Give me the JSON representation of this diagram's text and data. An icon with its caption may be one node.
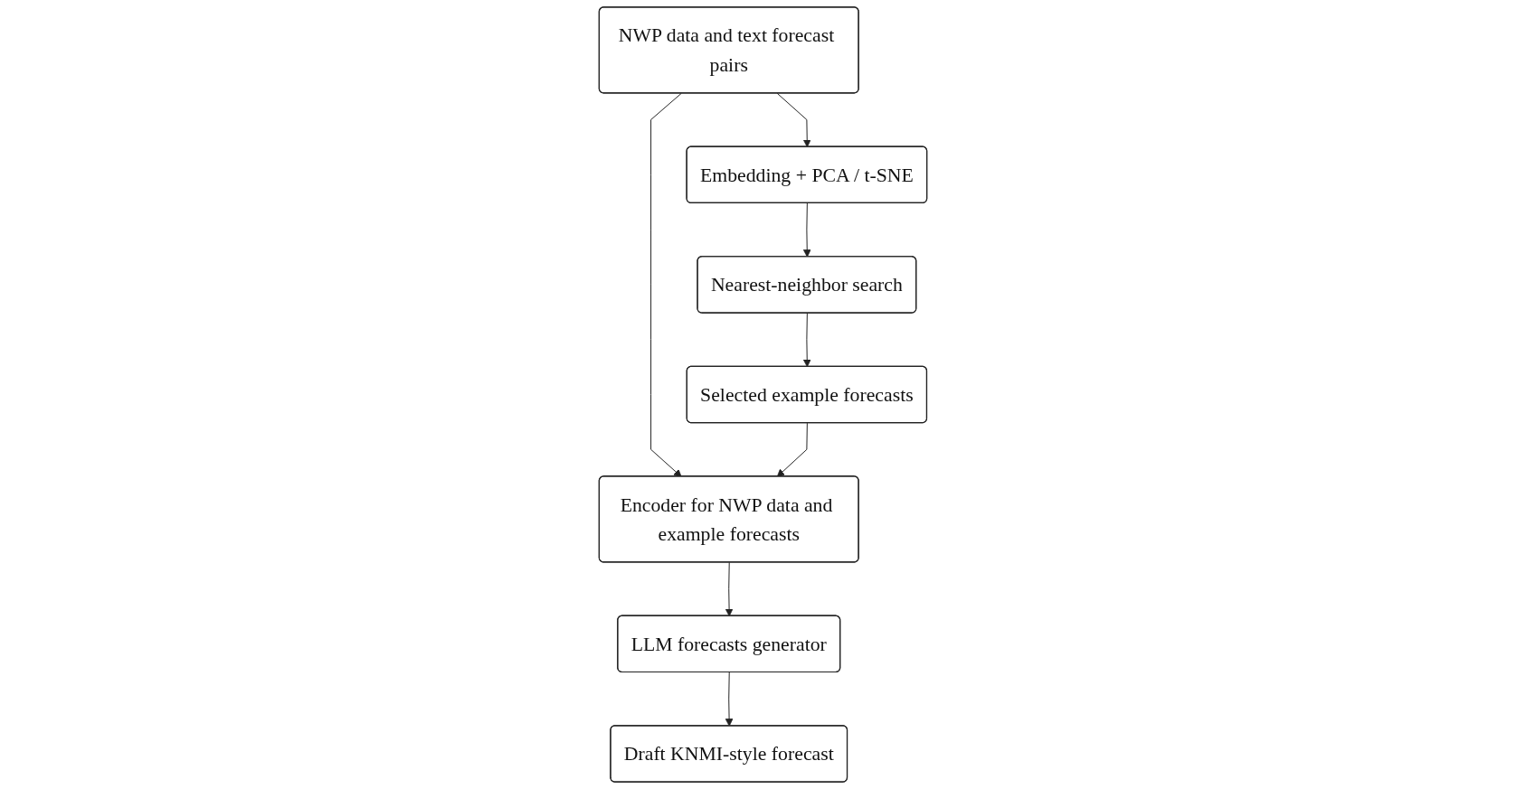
{
  "diagram": {
    "nodes": [
      {
        "text": [
          "NWP data and text forecast pairs"
        ]
      },
      {
        "text": [
          "Embedding + PCA / t-SNE"
        ]
      },
      {
        "text": [
          "Nearest-neighbor search"
        ]
      },
      {
        "text": [
          "Selected example forecasts"
        ]
      },
      {
        "text": [
          "Encoder for NWP data and example forecasts"
        ]
      },
      {
        "text": [
          "LLM forecasts generator"
        ]
      },
      {
        "text": [
          "Draft KNMI-style forecast"
        ]
      }
    ],
    "edges": [
      {
        "from": 0,
        "to": 1,
        "arrow": "to"
      },
      {
        "from": 1,
        "to": 2,
        "arrow": "to"
      },
      {
        "from": 2,
        "to": 3,
        "arrow": "to"
      },
      {
        "from": 0,
        "to": 4,
        "arrow": "to"
      },
      {
        "from": 3,
        "to": 4,
        "arrow": "to"
      },
      {
        "from": 4,
        "to": 5,
        "arrow": "to"
      },
      {
        "from": 5,
        "to": 6,
        "arrow": "to"
      }
    ]
  }
}
